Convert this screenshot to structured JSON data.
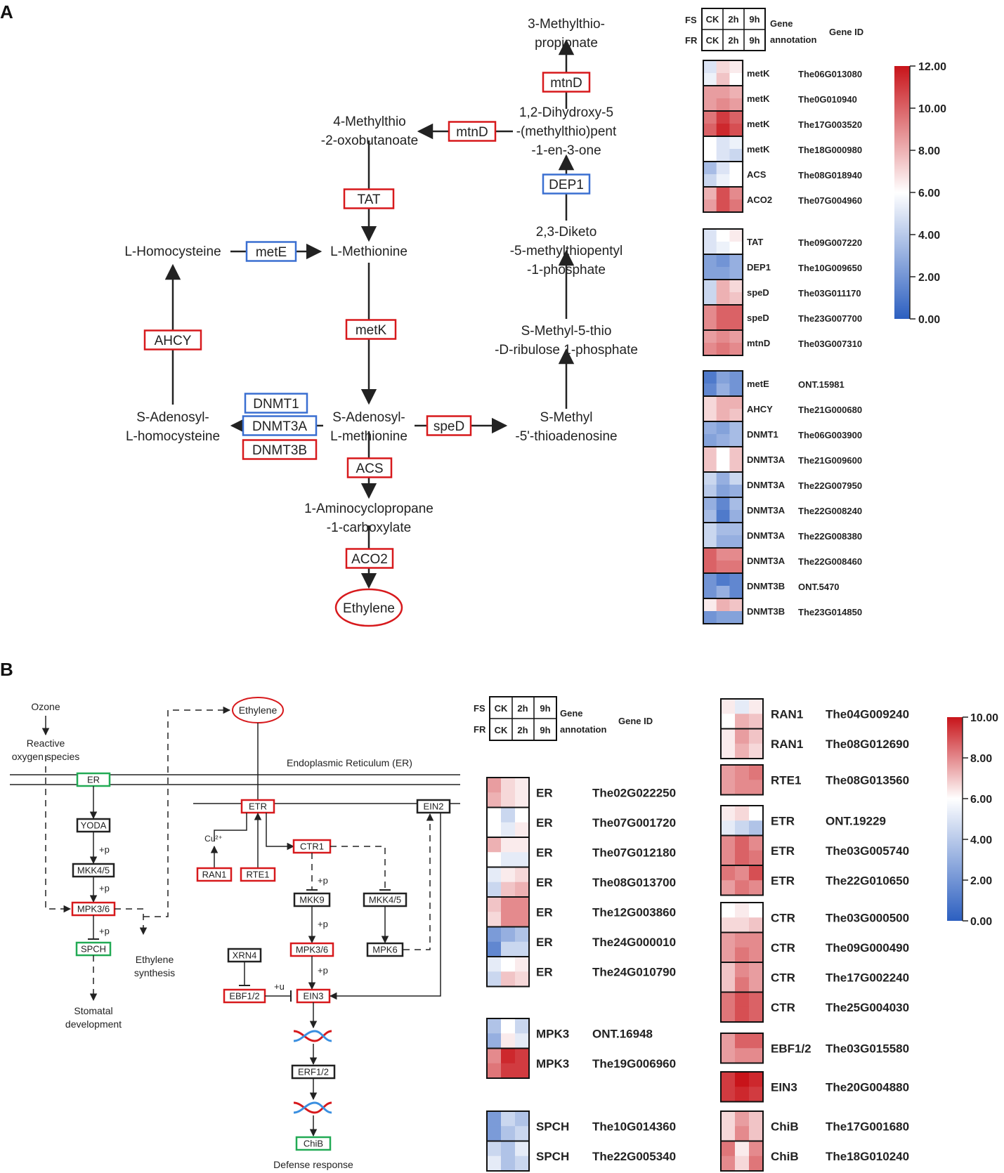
{
  "panels": {
    "a": "A",
    "b": "B"
  },
  "colors": {
    "red": "#d7191c",
    "blue": "#3a6fd1",
    "green": "#22aa55",
    "dark": "#222222",
    "high": "#d7191c",
    "mid": "#ffffff",
    "low": "#2c5fc0"
  },
  "panelA": {
    "compounds": {
      "mtp": [
        "3-Methylthio-",
        "propionate"
      ],
      "dhmtp": [
        "1,2-Dihydroxy-5",
        "-(methylthio)pent",
        "-1-en-3-one"
      ],
      "mtob": [
        "4-Methylthio",
        "-2-oxobutanoate"
      ],
      "dk": [
        "2,3-Diketo",
        "-5-methylthiopentyl",
        "-1-phosphate"
      ],
      "hcy": [
        "L-Homocysteine"
      ],
      "met": [
        "L-Methionine"
      ],
      "mtrp": [
        "S-Methyl-5-thio",
        "-D-ribulose 1-phosphate"
      ],
      "sah": [
        "S-Adenosyl-",
        "L-homocysteine"
      ],
      "sam": [
        "S-Adenosyl-",
        "L-methionine"
      ],
      "mta": [
        "S-Methyl",
        "-5'-thioadenosine"
      ],
      "acc": [
        "1-Aminocyclopropane",
        "-1-carboxylate"
      ],
      "eth": "Ethylene"
    },
    "enzymes": {
      "mtnD1": "mtnD",
      "mtnD2": "mtnD",
      "DEP1": "DEP1",
      "TAT": "TAT",
      "metE": "metE",
      "metK": "metK",
      "AHCY": "AHCY",
      "DNMT1": "DNMT1",
      "DNMT3A": "DNMT3A",
      "DNMT3B": "DNMT3B",
      "speD": "speD",
      "ACS": "ACS",
      "ACO2": "ACO2"
    },
    "header": {
      "rows": [
        "FS",
        "FR"
      ],
      "cols": [
        "CK",
        "2h",
        "9h"
      ],
      "gene_annotation": [
        "Gene",
        "annotation"
      ],
      "gene_id": "Gene ID"
    },
    "colorbar": {
      "ticks": [
        "12.00",
        "10.00",
        "8.00",
        "6.00",
        "4.00",
        "2.00",
        "0.00"
      ],
      "min": 0,
      "max": 12
    },
    "groups": [
      [
        {
          "gene": "metK",
          "id": "The06G013080",
          "v": [
            [
              5.0,
              7.0,
              6.5
            ],
            [
              5.5,
              7.5,
              6.0
            ]
          ]
        },
        {
          "gene": "metK",
          "id": "The0G010940",
          "v": [
            [
              8.5,
              8.5,
              8.0
            ],
            [
              8.5,
              9.0,
              8.5
            ]
          ]
        },
        {
          "gene": "metK",
          "id": "The17G003520",
          "v": [
            [
              9.5,
              11.0,
              10.0
            ],
            [
              10.0,
              11.5,
              10.5
            ]
          ]
        },
        {
          "gene": "metK",
          "id": "The18G000980",
          "v": [
            [
              6.0,
              5.0,
              5.5
            ],
            [
              6.0,
              5.0,
              4.5
            ]
          ]
        },
        {
          "gene": "ACS",
          "id": "The08G018940",
          "v": [
            [
              3.5,
              5.0,
              6.0
            ],
            [
              4.5,
              5.5,
              6.0
            ]
          ]
        },
        {
          "gene": "ACO2",
          "id": "The07G004960",
          "v": [
            [
              8.0,
              10.5,
              9.0
            ],
            [
              8.5,
              10.5,
              9.5
            ]
          ]
        }
      ],
      [
        {
          "gene": "TAT",
          "id": "The09G007220",
          "v": [
            [
              5.0,
              6.0,
              6.5
            ],
            [
              5.0,
              5.5,
              6.0
            ]
          ]
        },
        {
          "gene": "DEP1",
          "id": "The10G009650",
          "v": [
            [
              2.5,
              2.0,
              3.0
            ],
            [
              2.5,
              2.5,
              3.0
            ]
          ]
        },
        {
          "gene": "speD",
          "id": "The03G011170",
          "v": [
            [
              4.5,
              8.0,
              7.0
            ],
            [
              4.5,
              8.0,
              7.5
            ]
          ]
        },
        {
          "gene": "speD",
          "id": "The23G007700",
          "v": [
            [
              9.0,
              10.0,
              10.0
            ],
            [
              9.0,
              10.0,
              10.0
            ]
          ]
        },
        {
          "gene": "mtnD",
          "id": "The03G007310",
          "v": [
            [
              8.5,
              9.0,
              8.5
            ],
            [
              9.0,
              9.5,
              9.0
            ]
          ]
        }
      ],
      [
        {
          "gene": "metE",
          "id": "ONT.15981",
          "v": [
            [
              1.0,
              2.5,
              2.0
            ],
            [
              1.5,
              3.0,
              2.0
            ]
          ]
        },
        {
          "gene": "AHCY",
          "id": "The21G000680",
          "v": [
            [
              7.0,
              8.0,
              8.0
            ],
            [
              7.0,
              8.0,
              7.5
            ]
          ]
        },
        {
          "gene": "DNMT1",
          "id": "The06G003900",
          "v": [
            [
              3.0,
              2.5,
              3.5
            ],
            [
              2.5,
              3.0,
              3.5
            ]
          ]
        },
        {
          "gene": "DNMT3A",
          "id": "The21G009600",
          "v": [
            [
              7.5,
              6.0,
              7.5
            ],
            [
              7.5,
              6.0,
              7.5
            ]
          ]
        },
        {
          "gene": "DNMT3A",
          "id": "The22G007950",
          "v": [
            [
              4.5,
              3.0,
              4.5
            ],
            [
              4.0,
              2.5,
              3.0
            ]
          ]
        },
        {
          "gene": "DNMT3A",
          "id": "The22G008240",
          "v": [
            [
              3.0,
              1.5,
              3.5
            ],
            [
              3.5,
              1.0,
              3.0
            ]
          ]
        },
        {
          "gene": "DNMT3A",
          "id": "The22G008380",
          "v": [
            [
              4.5,
              3.5,
              3.5
            ],
            [
              4.5,
              3.0,
              3.0
            ]
          ]
        },
        {
          "gene": "DNMT3A",
          "id": "The22G008460",
          "v": [
            [
              10.0,
              9.0,
              9.0
            ],
            [
              10.0,
              9.5,
              9.5
            ]
          ]
        },
        {
          "gene": "DNMT3B",
          "id": "ONT.5470",
          "v": [
            [
              2.0,
              1.0,
              1.5
            ],
            [
              2.0,
              3.0,
              1.5
            ]
          ]
        },
        {
          "gene": "DNMT3B",
          "id": "The23G014850",
          "v": [
            [
              6.5,
              8.0,
              7.5
            ],
            [
              2.0,
              2.5,
              2.5
            ]
          ]
        }
      ]
    ]
  },
  "panelB": {
    "nodes": {
      "ozone": "Ozone",
      "ros": [
        "Reactive",
        "oxygen species"
      ],
      "eth": "Ethylene",
      "er_lbl": "Endoplasmic Reticulum (ER)",
      "ER": "ER",
      "YODA": "YODA",
      "MKK45a": "MKK4/5",
      "MPK36a": "MPK3/6",
      "SPCH": "SPCH",
      "ethsyn": [
        "Ethylene",
        "synthesis"
      ],
      "stomatal": [
        "Stomatal",
        "development"
      ],
      "ETR": "ETR",
      "Cu": "Cu²⁺",
      "RAN1": "RAN1",
      "RTE1": "RTE1",
      "CTR1": "CTR1",
      "EIN2": "EIN2",
      "MKK9": "MKK9",
      "MKK45b": "MKK4/5",
      "MPK6": "MPK6",
      "XRN4": "XRN4",
      "MPK36b": "MPK3/6",
      "EBF12": "EBF1/2",
      "EIN3": "EIN3",
      "ERF12": "ERF1/2",
      "ChiB": "ChiB",
      "defense": "Defense response",
      "p": "+p",
      "u": "+u"
    },
    "header": {
      "rows": [
        "FS",
        "FR"
      ],
      "cols": [
        "CK",
        "2h",
        "9h"
      ],
      "gene_annotation": [
        "Gene",
        "annotation"
      ],
      "gene_id": "Gene ID"
    },
    "colorbar": {
      "ticks": [
        "10.00",
        "8.00",
        "6.00",
        "4.00",
        "2.00",
        "0.00"
      ],
      "min": 0,
      "max": 10
    },
    "left_groups": [
      [
        {
          "gene": "ER",
          "id": "The02G022250",
          "v": [
            [
              6.5,
              5.0,
              4.5
            ],
            [
              6.0,
              5.0,
              4.5
            ]
          ]
        },
        {
          "gene": "ER",
          "id": "The07G001720",
          "v": [
            [
              4.0,
              3.0,
              4.0
            ],
            [
              4.0,
              3.5,
              4.5
            ]
          ]
        },
        {
          "gene": "ER",
          "id": "The07G012180",
          "v": [
            [
              6.0,
              4.5,
              4.5
            ],
            [
              4.0,
              3.5,
              3.5
            ]
          ]
        },
        {
          "gene": "ER",
          "id": "The08G013700",
          "v": [
            [
              3.5,
              4.5,
              5.0
            ],
            [
              3.0,
              5.5,
              6.0
            ]
          ]
        },
        {
          "gene": "ER",
          "id": "The12G003860",
          "v": [
            [
              5.5,
              7.0,
              7.0
            ],
            [
              5.0,
              7.0,
              7.0
            ]
          ]
        },
        {
          "gene": "ER",
          "id": "The24G000010",
          "v": [
            [
              1.5,
              2.0,
              2.5
            ],
            [
              1.0,
              3.0,
              3.0
            ]
          ]
        },
        {
          "gene": "ER",
          "id": "The24G010790",
          "v": [
            [
              3.5,
              4.0,
              4.5
            ],
            [
              3.0,
              5.5,
              5.0
            ]
          ]
        }
      ],
      [
        {
          "gene": "MPK3",
          "id": "ONT.16948",
          "v": [
            [
              2.5,
              4.0,
              3.0
            ],
            [
              2.0,
              4.5,
              3.5
            ]
          ]
        },
        {
          "gene": "MPK3",
          "id": "The19G006960",
          "v": [
            [
              7.0,
              9.5,
              9.0
            ],
            [
              7.5,
              9.0,
              9.0
            ]
          ]
        }
      ],
      [
        {
          "gene": "SPCH",
          "id": "The10G014360",
          "v": [
            [
              1.5,
              3.0,
              2.5
            ],
            [
              1.5,
              2.5,
              3.0
            ]
          ]
        },
        {
          "gene": "SPCH",
          "id": "The22G005340",
          "v": [
            [
              3.0,
              2.5,
              3.5
            ],
            [
              3.5,
              2.5,
              3.0
            ]
          ]
        }
      ]
    ],
    "right_groups": [
      [
        {
          "gene": "RAN1",
          "id": "The04G009240",
          "v": [
            [
              4.5,
              3.5,
              4.5
            ],
            [
              4.0,
              6.0,
              5.5
            ]
          ]
        },
        {
          "gene": "RAN1",
          "id": "The08G012690",
          "v": [
            [
              4.5,
              6.5,
              5.5
            ],
            [
              4.5,
              6.0,
              5.0
            ]
          ]
        }
      ],
      [
        {
          "gene": "RTE1",
          "id": "The08G013560",
          "v": [
            [
              6.5,
              7.0,
              7.5
            ],
            [
              6.5,
              7.0,
              7.0
            ]
          ]
        }
      ],
      [
        {
          "gene": "ETR",
          "id": "ONT.19229",
          "v": [
            [
              4.5,
              5.0,
              4.0
            ],
            [
              3.5,
              3.0,
              2.5
            ]
          ]
        },
        {
          "gene": "ETR",
          "id": "The03G005740",
          "v": [
            [
              7.0,
              8.0,
              7.0
            ],
            [
              7.0,
              8.0,
              7.5
            ]
          ]
        },
        {
          "gene": "ETR",
          "id": "The22G010650",
          "v": [
            [
              7.5,
              7.0,
              8.5
            ],
            [
              6.5,
              7.5,
              7.0
            ]
          ]
        }
      ],
      [
        {
          "gene": "CTR",
          "id": "The03G000500",
          "v": [
            [
              4.0,
              4.5,
              4.0
            ],
            [
              5.0,
              5.0,
              5.5
            ]
          ]
        },
        {
          "gene": "CTR",
          "id": "The09G000490",
          "v": [
            [
              6.5,
              7.0,
              7.0
            ],
            [
              6.5,
              7.5,
              7.0
            ]
          ]
        },
        {
          "gene": "CTR",
          "id": "The17G002240",
          "v": [
            [
              5.5,
              7.0,
              6.5
            ],
            [
              5.5,
              7.5,
              6.5
            ]
          ]
        },
        {
          "gene": "CTR",
          "id": "The25G004030",
          "v": [
            [
              7.5,
              8.5,
              8.0
            ],
            [
              7.5,
              8.5,
              8.0
            ]
          ]
        }
      ],
      [
        {
          "gene": "EBF1/2",
          "id": "The03G015580",
          "v": [
            [
              6.5,
              8.0,
              8.0
            ],
            [
              6.5,
              7.0,
              7.0
            ]
          ]
        }
      ],
      [
        {
          "gene": "EIN3",
          "id": "The20G004880",
          "v": [
            [
              9.0,
              10.0,
              9.5
            ],
            [
              9.0,
              9.5,
              9.0
            ]
          ]
        }
      ],
      [
        {
          "gene": "ChiB",
          "id": "The17G001680",
          "v": [
            [
              5.0,
              6.5,
              5.5
            ],
            [
              5.0,
              7.0,
              5.5
            ]
          ]
        },
        {
          "gene": "ChiB",
          "id": "The18G010240",
          "v": [
            [
              7.5,
              4.5,
              7.0
            ],
            [
              7.0,
              5.0,
              7.5
            ]
          ]
        }
      ]
    ]
  }
}
